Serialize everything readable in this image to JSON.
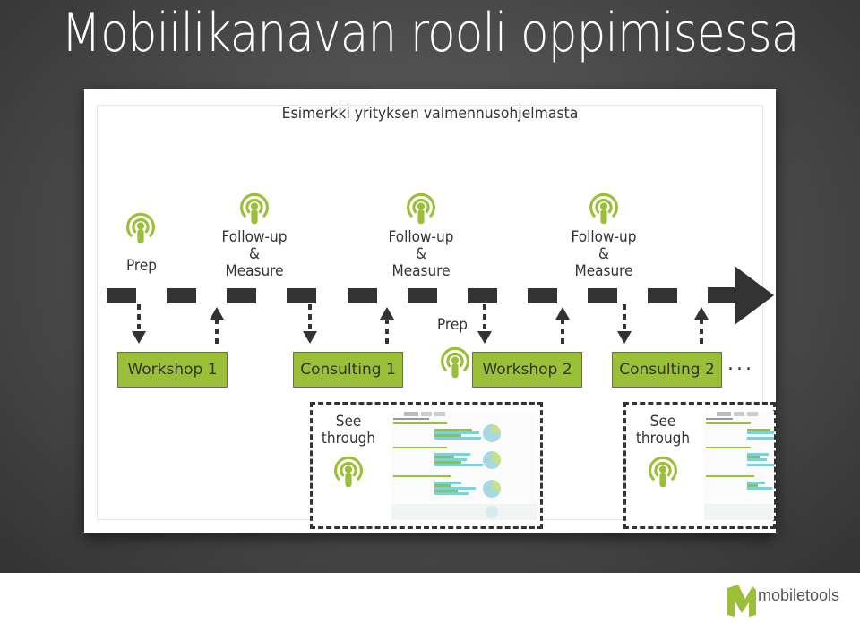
{
  "title": "Mobiilikanavan rooli oppimisessa",
  "subtitle": "Esimerkki yrityksen valmennusohjelmasta",
  "top_labels": {
    "prep": "Prep",
    "follow_up_1": [
      "Follow-up",
      "&",
      "Measure"
    ],
    "follow_up_2": [
      "Follow-up",
      "&",
      "Measure"
    ],
    "follow_up_3": [
      "Follow-up",
      "&",
      "Measure"
    ]
  },
  "mid_prep": "Prep",
  "boxes": {
    "workshop_1": "Workshop 1",
    "consulting_1": "Consulting 1",
    "workshop_2": "Workshop 2",
    "consulting_2": "Consulting 2"
  },
  "ellipsis": "...",
  "see_through_1": [
    "See",
    "through"
  ],
  "see_through_2": [
    "See",
    "through"
  ],
  "brand": "mobiletools",
  "colors": {
    "accent_green": "#9bbf38",
    "dark": "#333333",
    "background": "#4a4a4a"
  },
  "icons": {
    "mobile": "podcast-broadcast-icon",
    "arrow": "timeline-arrow-icon"
  }
}
